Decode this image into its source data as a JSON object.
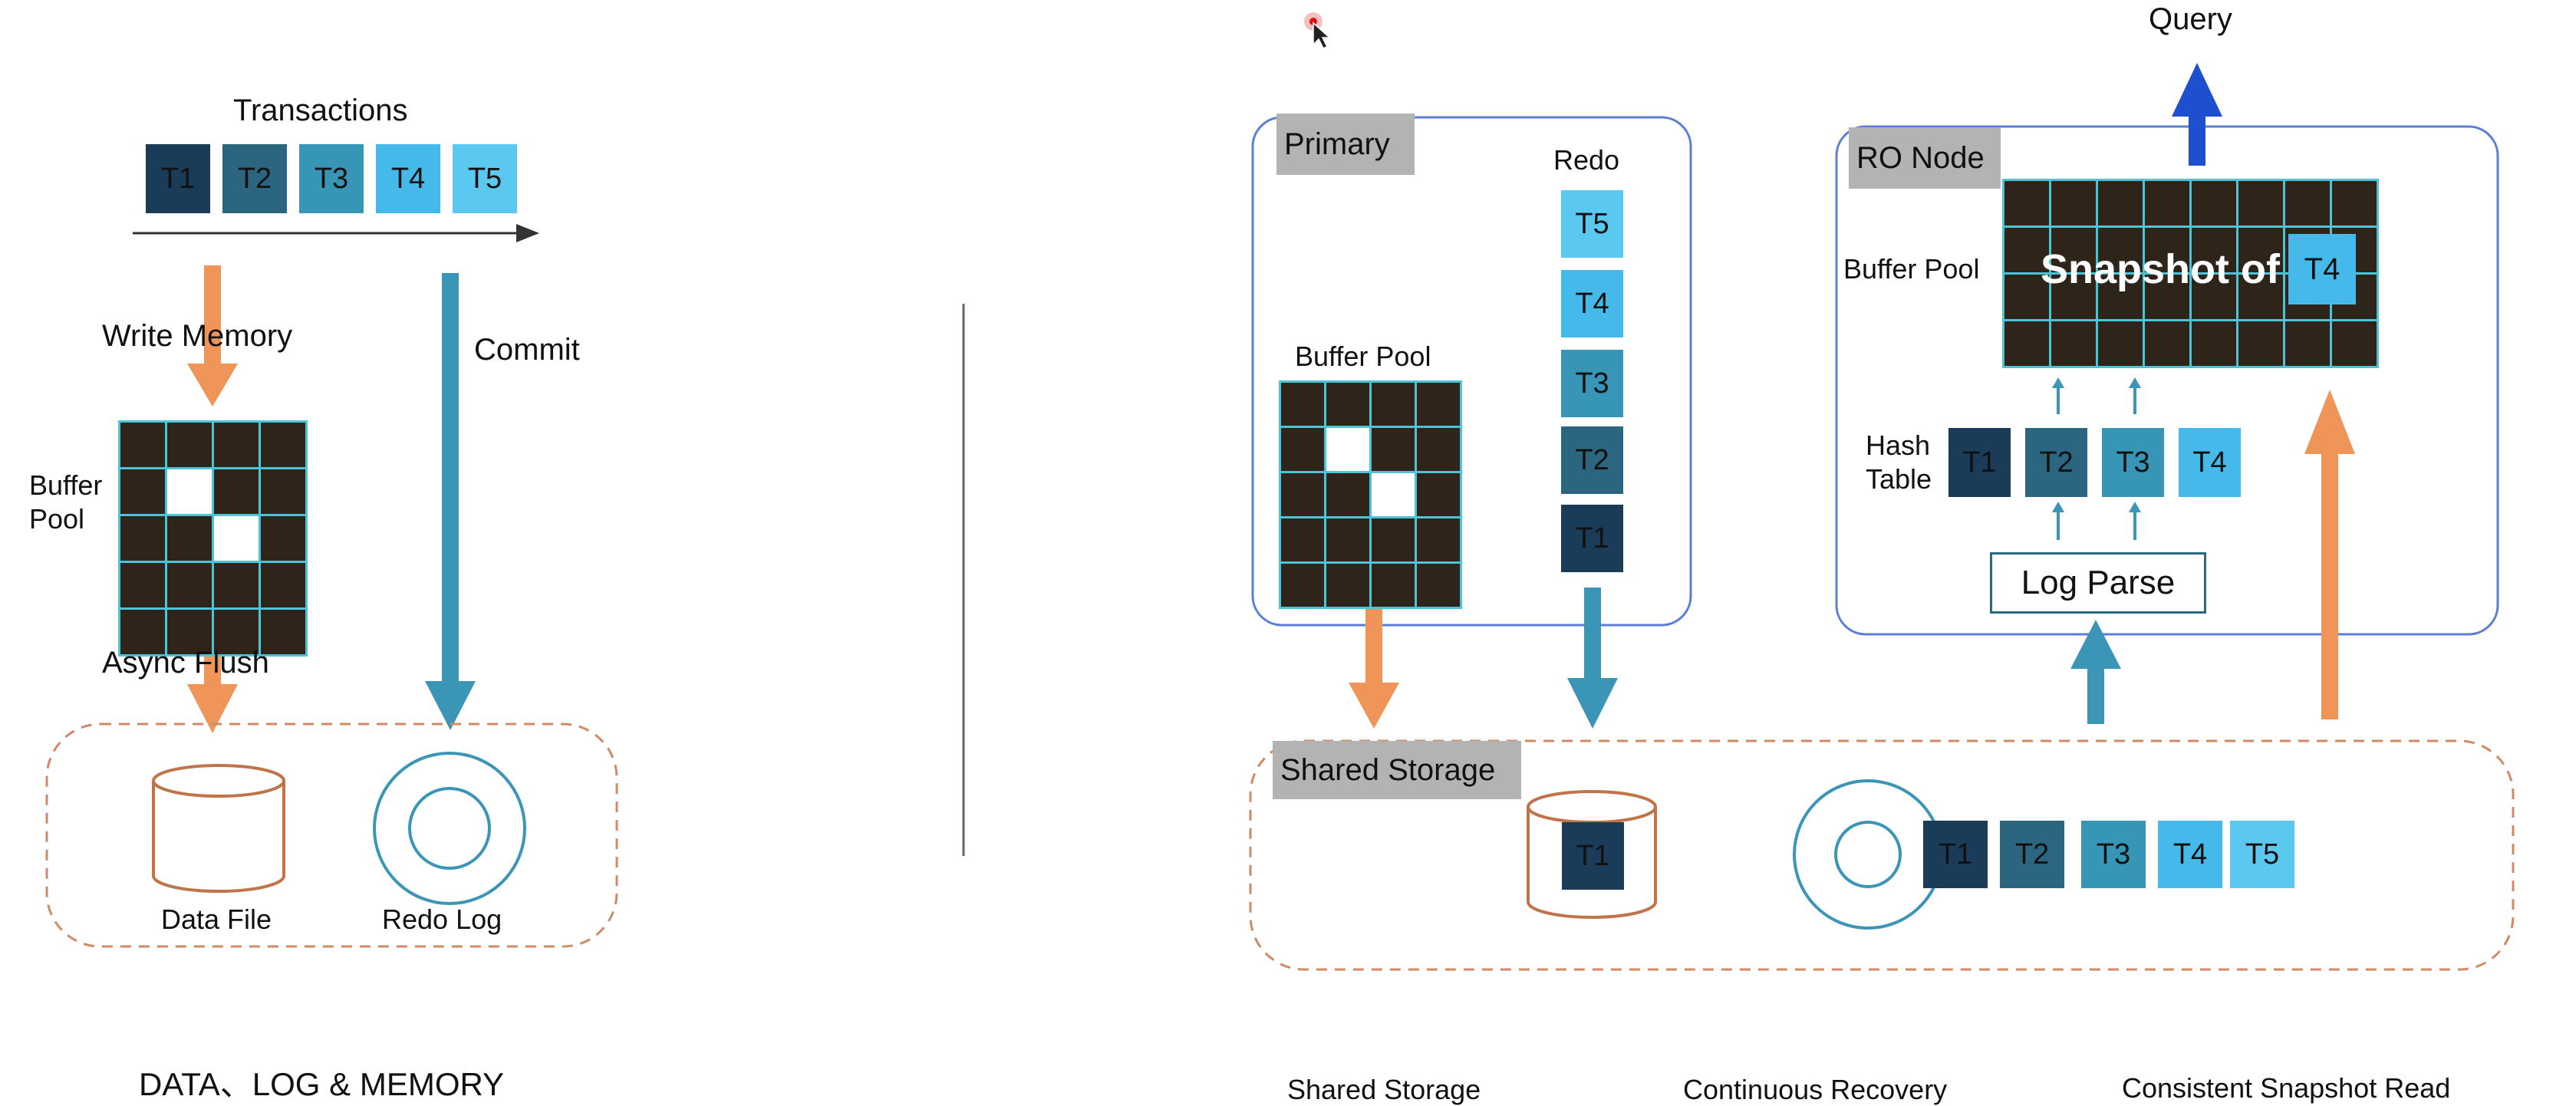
{
  "colors": {
    "t1": "#1b3c58",
    "t2": "#2b6580",
    "t3": "#3795b6",
    "t4": "#45baea",
    "t5": "#5bc8ef",
    "orange_arrow": "#f0955a",
    "teal_arrow": "#3a95b6",
    "blue_arrow": "#1e4fd0",
    "grid_fill": "#2e241a",
    "grid_line": "#4cc3d6",
    "dashed_border": "#d08a65",
    "node_border": "#5b7fd6",
    "cylinder": "#c0744a",
    "ring": "#3a95b6",
    "label_box": "#b3b3b3",
    "divider": "#666666"
  },
  "left": {
    "transactions_label": "Transactions",
    "transactions": [
      "T1",
      "T2",
      "T3",
      "T4",
      "T5"
    ],
    "write_memory_label": "Write Memory",
    "commit_label": "Commit",
    "buffer_pool_label": [
      "Buffer",
      "Pool"
    ],
    "async_flush_label": "Async Flush",
    "data_file_label": "Data File",
    "redo_log_label": "Redo Log",
    "caption": "DATA、LOG & MEMORY"
  },
  "primary": {
    "title": "Primary",
    "redo_label": "Redo",
    "redo_stack": [
      "T5",
      "T4",
      "T3",
      "T2",
      "T1"
    ],
    "buffer_pool_label": "Buffer Pool"
  },
  "ro_node": {
    "title": "RO Node",
    "buffer_pool_label": "Buffer Pool",
    "snapshot_text": "Snapshot of",
    "snapshot_tag": "T4",
    "hash_table_label": [
      "Hash",
      "Table"
    ],
    "hash_items": [
      "T1",
      "T2",
      "T3",
      "T4"
    ],
    "log_parse_label": "Log Parse",
    "query_label": "Query"
  },
  "shared_storage": {
    "title": "Shared Storage",
    "cylinder_item": "T1",
    "log_items": [
      "T1",
      "T2",
      "T3",
      "T4",
      "T5"
    ]
  },
  "captions": {
    "shared_storage": "Shared Storage",
    "continuous_recovery": "Continuous Recovery",
    "consistent_snapshot_read": "Consistent Snapshot Read"
  }
}
